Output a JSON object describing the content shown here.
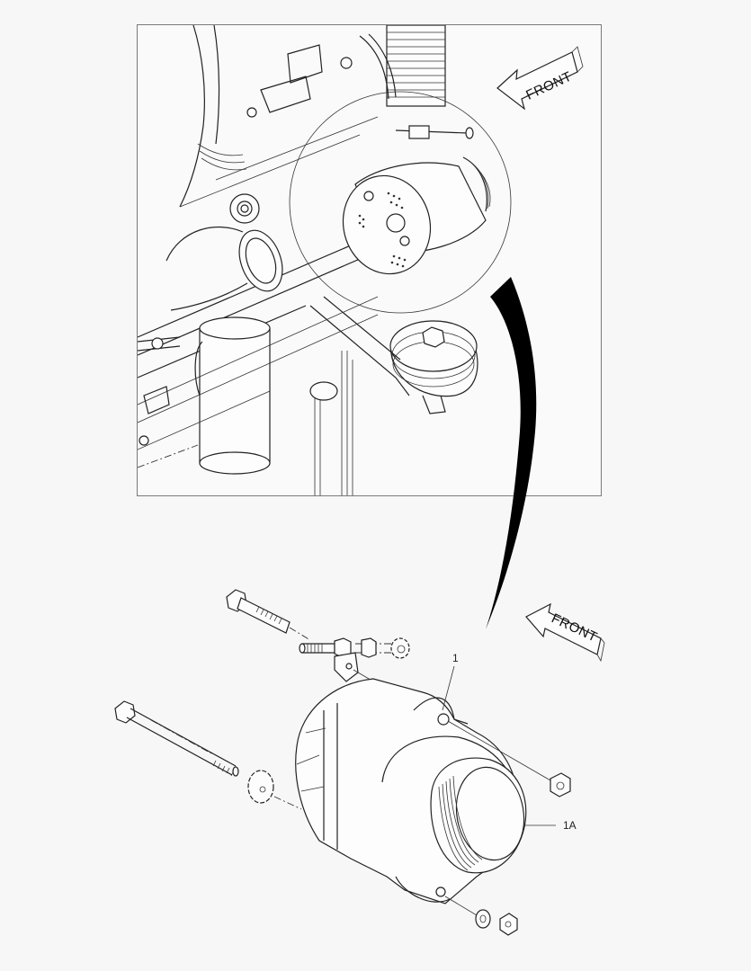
{
  "diagram": {
    "type": "exploded-parts-view",
    "subject": "alternator installation",
    "inset": {
      "front_arrow_label": "FRONT"
    },
    "exploded_view": {
      "front_arrow_label": "FRONT",
      "callouts": [
        {
          "id": "callout-1",
          "text": "1"
        },
        {
          "id": "callout-1a",
          "text": "1A"
        }
      ]
    },
    "colors": {
      "background": "#f7f7f7",
      "frame": "#7a7a7a",
      "line": "#222222",
      "leader_fill": "#000000"
    }
  }
}
